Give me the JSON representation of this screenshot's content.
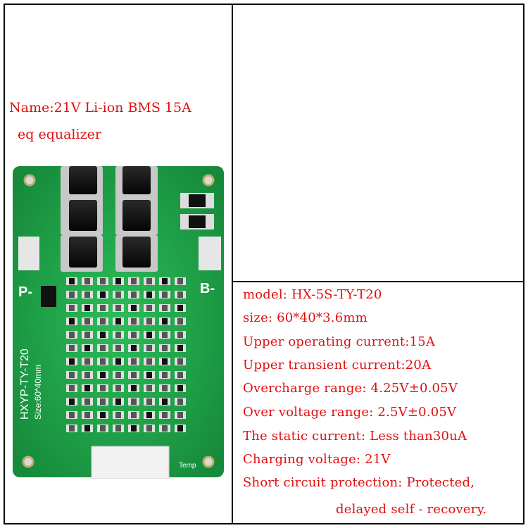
{
  "product": {
    "name_line1": "Name:21V Li-ion BMS 15A",
    "name_line2": "eq equalizer"
  },
  "pcb": {
    "label_p_minus": "P-",
    "label_b_minus": "B-",
    "silk_model": "HXYP-TY-T20",
    "silk_size": "Size:60*40mm",
    "label_temp": "Temp"
  },
  "specs": [
    "model: HX-5S-TY-T20",
    "size:  60*40*3.6mm",
    "Upper operating current:15A",
    "Upper transient current:20A",
    "Overcharge range: 4.25V±0.05V",
    "Over voltage range: 2.5V±0.05V",
    "The static current: Less than30uA",
    "Charging voltage: 21V",
    "Short circuit protection: Protected,",
    "delayed self - recovery."
  ],
  "colors": {
    "text_accent": "#e01010",
    "pcb_green": "#1fa84a",
    "border": "#000000"
  }
}
